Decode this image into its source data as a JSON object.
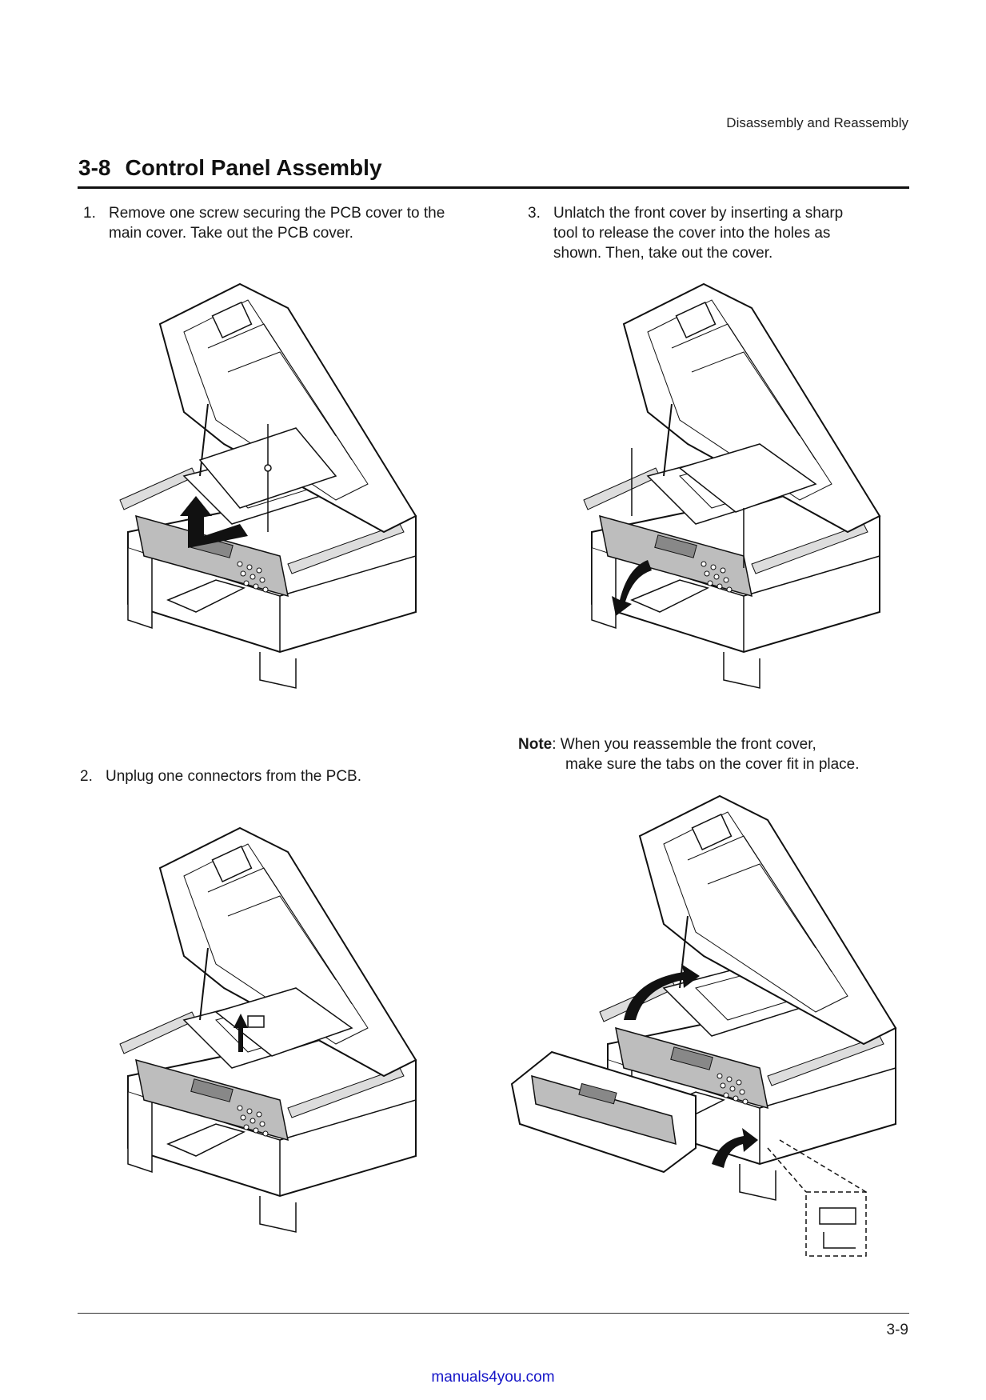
{
  "header": {
    "section": "Disassembly and Reassembly"
  },
  "title": {
    "number": "3-8",
    "text": "Control Panel Assembly"
  },
  "steps": [
    {
      "num": "1.",
      "lines": [
        "Remove one screw securing the PCB cover to the",
        "main cover. Take out the PCB cover."
      ]
    },
    {
      "num": "3.",
      "lines": [
        "Unlatch the front cover by inserting a sharp",
        "tool  to release the cover into the holes as",
        "shown. Then, take out the cover."
      ]
    },
    {
      "num": "2.",
      "lines": [
        "Unplug one connectors from the PCB."
      ]
    }
  ],
  "note": {
    "label": "Note",
    "line1": ": When you reassemble the front cover,",
    "line2": "make sure the tabs on the cover fit in place."
  },
  "figures": [
    {
      "name": "remove-pcb-cover-illustration"
    },
    {
      "name": "unlatch-front-cover-illustration"
    },
    {
      "name": "unplug-connector-illustration"
    },
    {
      "name": "reassemble-front-cover-illustration"
    }
  ],
  "footer": {
    "page_number": "3-9",
    "link": "manuals4you.com"
  }
}
